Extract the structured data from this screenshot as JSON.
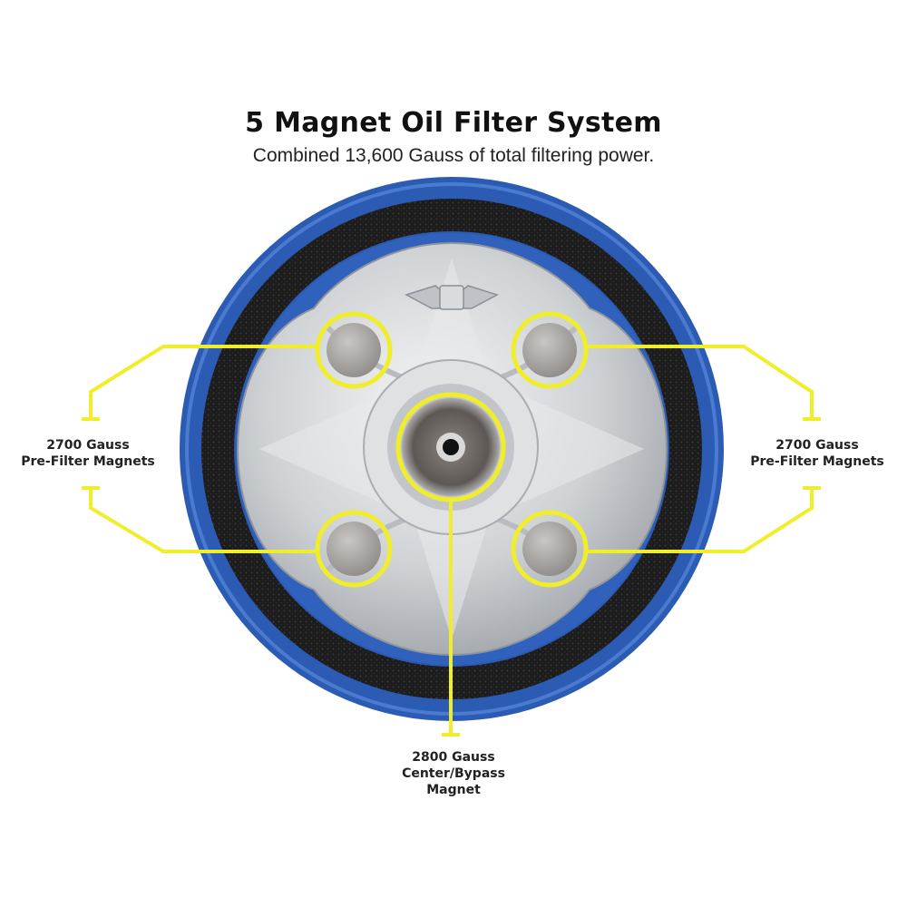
{
  "title": "5 Magnet Oil Filter System",
  "subtitle": "Combined 13,600 Gauss of total filtering power.",
  "callouts": {
    "left": {
      "line1": "2700 Gauss",
      "line2": "Pre-Filter Magnets"
    },
    "right": {
      "line1": "2700 Gauss",
      "line2": "Pre-Filter Magnets"
    },
    "center": {
      "line1": "2800 Gauss",
      "line2": "Center/Bypass",
      "line3": "Magnet"
    }
  },
  "colors": {
    "housing_blue": "#2c5fb8",
    "gasket_black": "#1e1e1e",
    "aluminum": "#d4d6d8",
    "callout_yellow": "#f0ee2a"
  },
  "icons": [
    "logo-emblem-icon"
  ]
}
